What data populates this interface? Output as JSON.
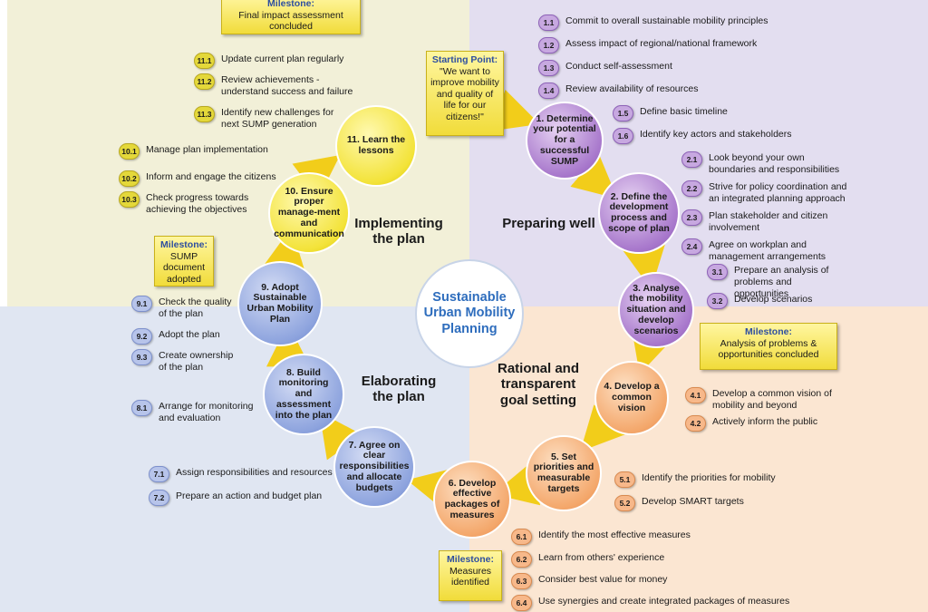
{
  "center_title": "Sustainable Urban Mobility Planning",
  "phases": {
    "implementing": "Implementing the plan",
    "preparing": "Preparing well",
    "elaborating": "Elaborating the plan",
    "rational": "Rational and transparent goal setting"
  },
  "starting_point": {
    "heading": "Starting Point:",
    "text": "\"We want to improve mobility and quality of life for our citizens!\""
  },
  "milestones": {
    "final": {
      "heading": "Milestone:",
      "text": "Final impact assessment concluded"
    },
    "sump_adopted": {
      "heading": "Milestone:",
      "text": "SUMP document adopted"
    },
    "analysis": {
      "heading": "Milestone:",
      "text": "Analysis of problems & opportunities concluded"
    },
    "measures": {
      "heading": "Milestone:",
      "text": "Measures identified"
    }
  },
  "circles": {
    "c1": "1. Determine your potential for a successful SUMP",
    "c2": "2. Define the development process and scope of plan",
    "c3": "3. Analyse the mobility situation and develop scenarios",
    "c4": "4. Develop a common vision",
    "c5": "5. Set priorities and measurable targets",
    "c6": "6. Develop effective packages of measures",
    "c7": "7. Agree on clear responsibilities and allocate budgets",
    "c8": "8. Build monitoring and assessment into the plan",
    "c9": "9. Adopt Sustainable Urban Mobility Plan",
    "c10": "10. Ensure proper manage-ment and communication",
    "c11": "11. Learn the lessons"
  },
  "steps": {
    "s1_1": {
      "num": "1.1",
      "text": "Commit to overall sustainable mobility principles"
    },
    "s1_2": {
      "num": "1.2",
      "text": "Assess impact of regional/national framework"
    },
    "s1_3": {
      "num": "1.3",
      "text": "Conduct self-assessment"
    },
    "s1_4": {
      "num": "1.4",
      "text": "Review availability of resources"
    },
    "s1_5": {
      "num": "1.5",
      "text": "Define basic timeline"
    },
    "s1_6": {
      "num": "1.6",
      "text": "Identify key actors and stakeholders"
    },
    "s2_1": {
      "num": "2.1",
      "text": "Look beyond your own boundaries and responsibilities"
    },
    "s2_2": {
      "num": "2.2",
      "text": "Strive for policy coordination and an integrated planning approach"
    },
    "s2_3": {
      "num": "2.3",
      "text": "Plan stakeholder and citizen involvement"
    },
    "s2_4": {
      "num": "2.4",
      "text": "Agree on workplan and management arrangements"
    },
    "s3_1": {
      "num": "3.1",
      "text": "Prepare an analysis of problems and opportunities"
    },
    "s3_2": {
      "num": "3.2",
      "text": "Develop scenarios"
    },
    "s4_1": {
      "num": "4.1",
      "text": "Develop a common vision of mobility and beyond"
    },
    "s4_2": {
      "num": "4.2",
      "text": "Actively inform the public"
    },
    "s5_1": {
      "num": "5.1",
      "text": "Identify the priorities for mobility"
    },
    "s5_2": {
      "num": "5.2",
      "text": "Develop SMART targets"
    },
    "s6_1": {
      "num": "6.1",
      "text": "Identify the most effective measures"
    },
    "s6_2": {
      "num": "6.2",
      "text": "Learn from others' experience"
    },
    "s6_3": {
      "num": "6.3",
      "text": "Consider best value for money"
    },
    "s6_4": {
      "num": "6.4",
      "text": "Use synergies and create integrated packages of measures"
    },
    "s7_1": {
      "num": "7.1",
      "text": "Assign responsibilities and resources"
    },
    "s7_2": {
      "num": "7.2",
      "text": "Prepare an action and budget plan"
    },
    "s8_1": {
      "num": "8.1",
      "text": "Arrange for monitoring and evaluation"
    },
    "s9_1": {
      "num": "9.1",
      "text": "Check the quality of the plan"
    },
    "s9_2": {
      "num": "9.2",
      "text": "Adopt the plan"
    },
    "s9_3": {
      "num": "9.3",
      "text": "Create ownership of the plan"
    },
    "s10_1": {
      "num": "10.1",
      "text": "Manage plan implementation"
    },
    "s10_2": {
      "num": "10.2",
      "text": "Inform and engage the citizens"
    },
    "s10_3": {
      "num": "10.3",
      "text": "Check progress towards achieving the objectives"
    },
    "s11_1": {
      "num": "11.1",
      "text": "Update current plan regularly"
    },
    "s11_2": {
      "num": "11.2",
      "text": "Review achievements - understand success and failure"
    },
    "s11_3": {
      "num": "11.3",
      "text": "Identify new challenges for next SUMP generation"
    }
  }
}
